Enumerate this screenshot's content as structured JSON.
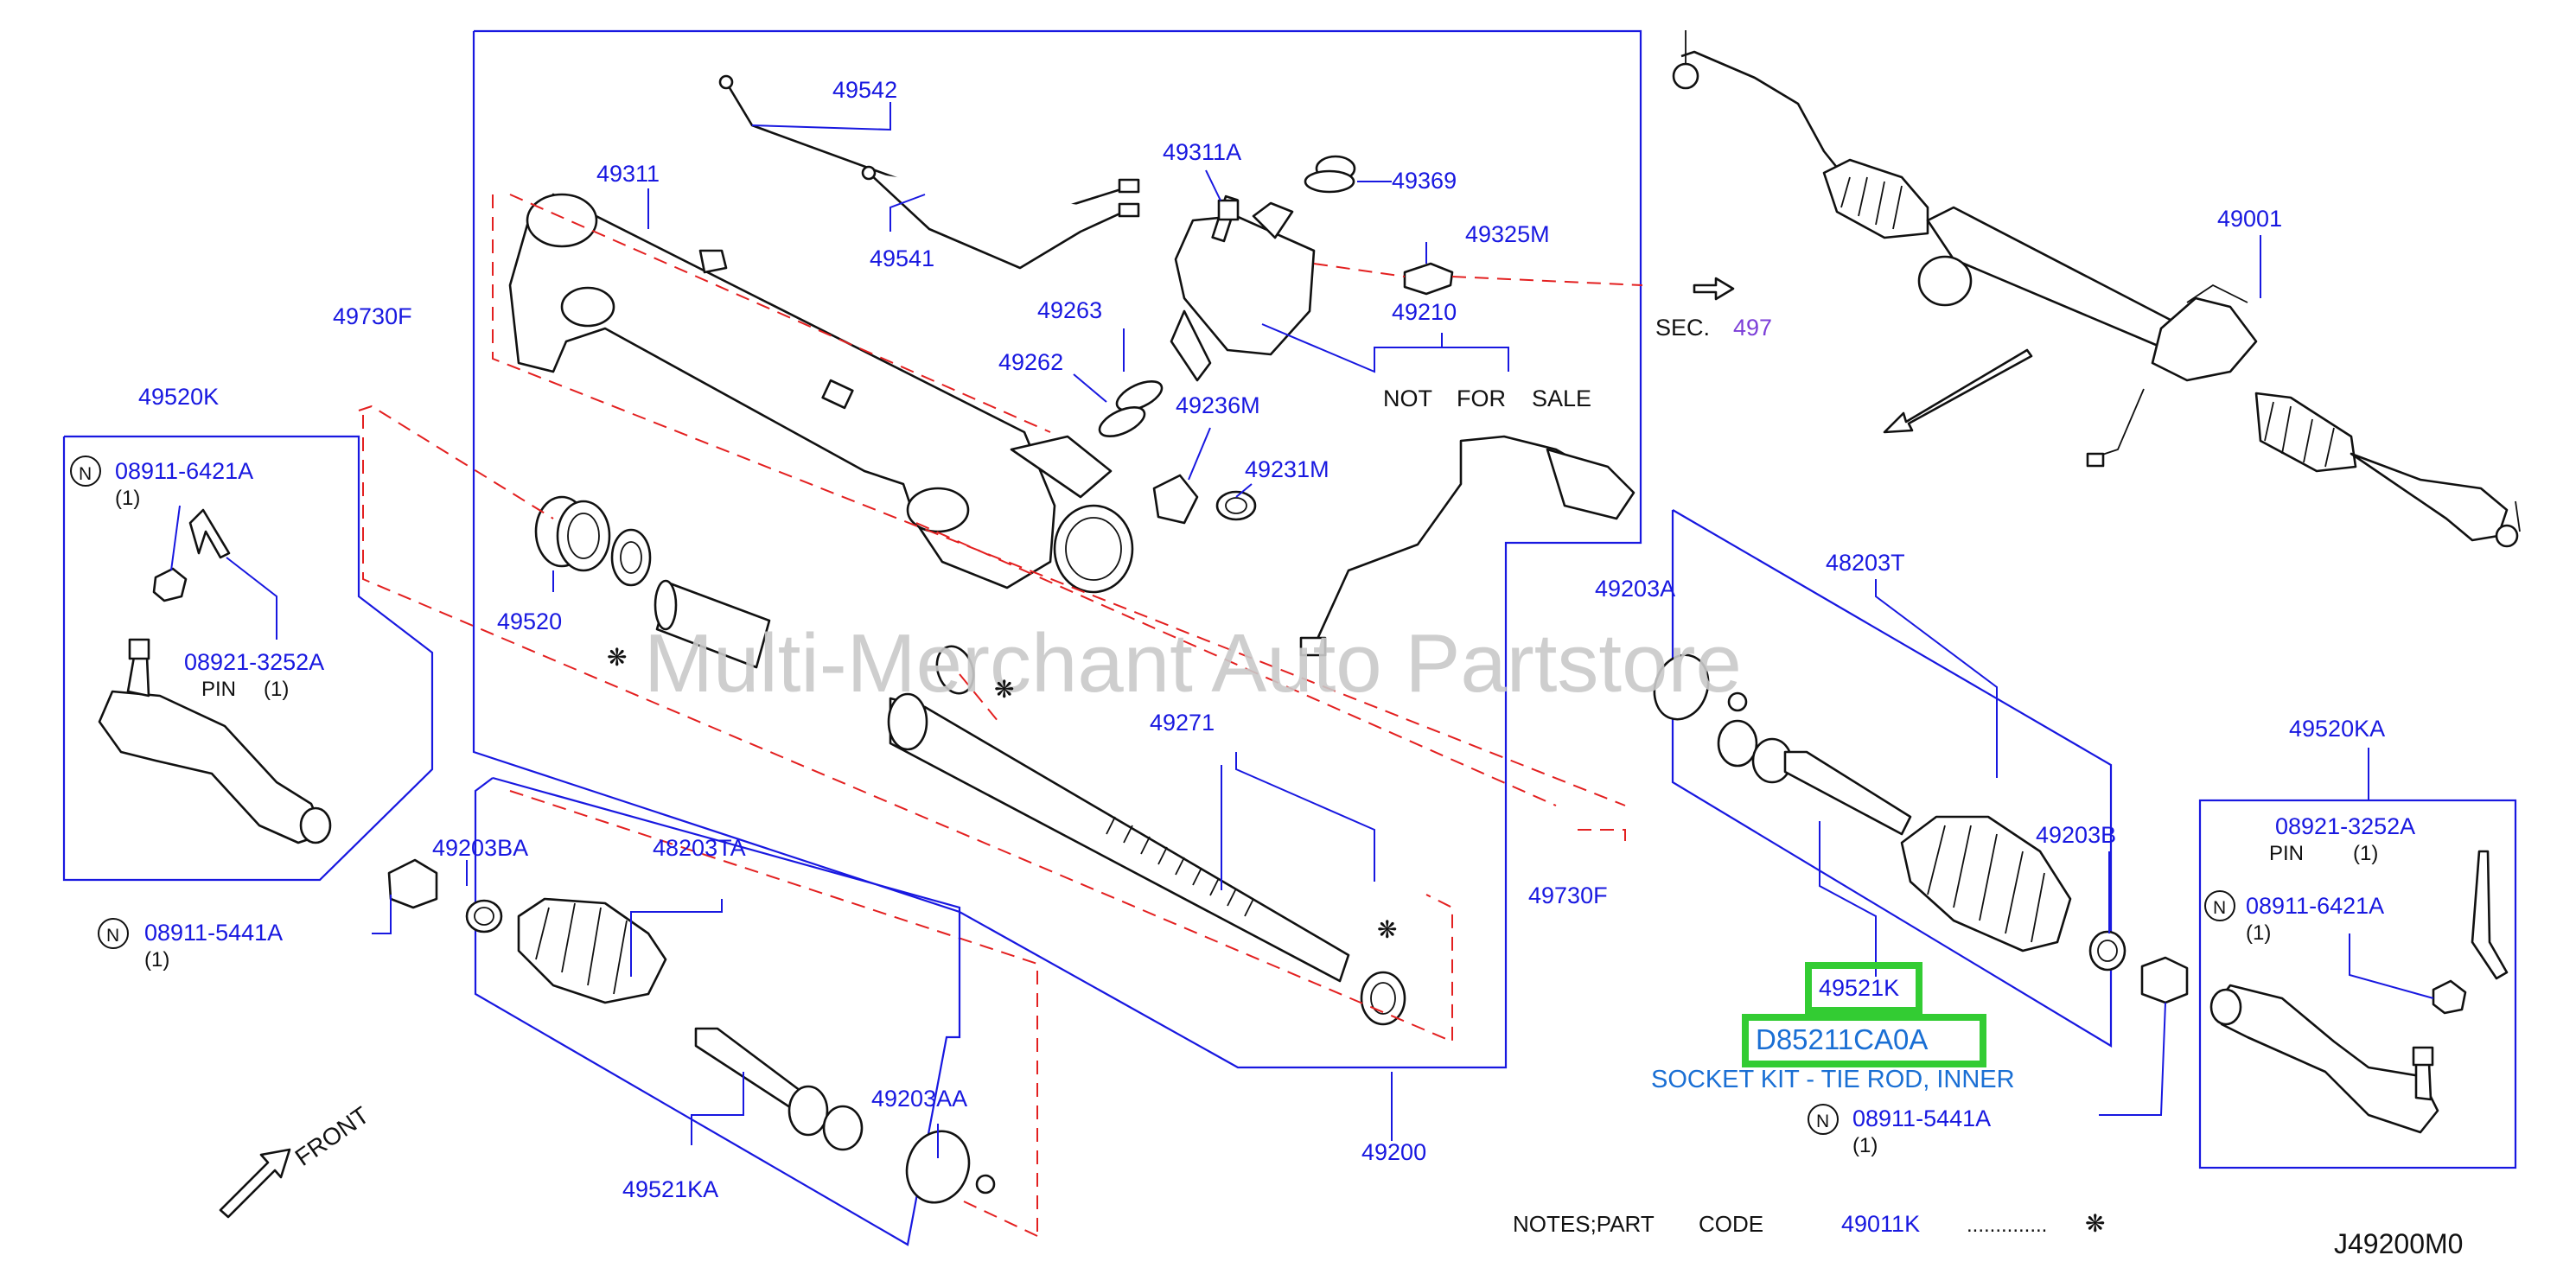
{
  "watermark": "Multi-Merchant Auto Partstore",
  "diagram_code": "J49200M0",
  "front_label": "FRONT",
  "section_ref": {
    "label": "SEC.",
    "number": "497"
  },
  "not_for_sale": [
    "NOT",
    "FOR",
    "SALE"
  ],
  "highlight": {
    "part_number": "49521K",
    "oem_code": "D85211CA0A",
    "description": "SOCKET KIT - TIE ROD, INNER",
    "color": "#33cc33"
  },
  "notes": {
    "label": "NOTES;PART",
    "code_word": "CODE",
    "part": "49011K",
    "dots": "..............",
    "symbol": "❋"
  },
  "left_box": {
    "title": "49520K",
    "nut": {
      "code": "08911-6421A",
      "qty": "(1)"
    },
    "pin": {
      "code": "08921-3252A",
      "word": "PIN",
      "qty": "(1)"
    }
  },
  "left_nut2": {
    "code": "08911-5441A",
    "qty": "(1)"
  },
  "right_box": {
    "title": "49520KA",
    "pin": {
      "code": "08921-3252A",
      "word": "PIN",
      "qty": "(1)"
    },
    "nut": {
      "code": "08911-6421A",
      "qty": "(1)"
    }
  },
  "right_nut2": {
    "code": "08911-5441A",
    "qty": "(1)"
  },
  "circle_n": "N",
  "asterisk": "❋",
  "labels": {
    "p49542": "49542",
    "p49541": "49541",
    "p49311": "49311",
    "p49311A": "49311A",
    "p49369": "49369",
    "p49325M": "49325M",
    "p49263": "49263",
    "p49262": "49262",
    "p49236M": "49236M",
    "p49231M": "49231M",
    "p49210": "49210",
    "p49730F_top": "49730F",
    "p49730F_bot": "49730F",
    "p49520": "49520",
    "p49271": "49271",
    "p49203BA": "49203BA",
    "p48203TA": "48203TA",
    "p49203AA": "49203AA",
    "p49521KA": "49521KA",
    "p49200": "49200",
    "p49203A": "49203A",
    "p48203T": "48203T",
    "p49203B": "49203B",
    "p49001": "49001"
  }
}
